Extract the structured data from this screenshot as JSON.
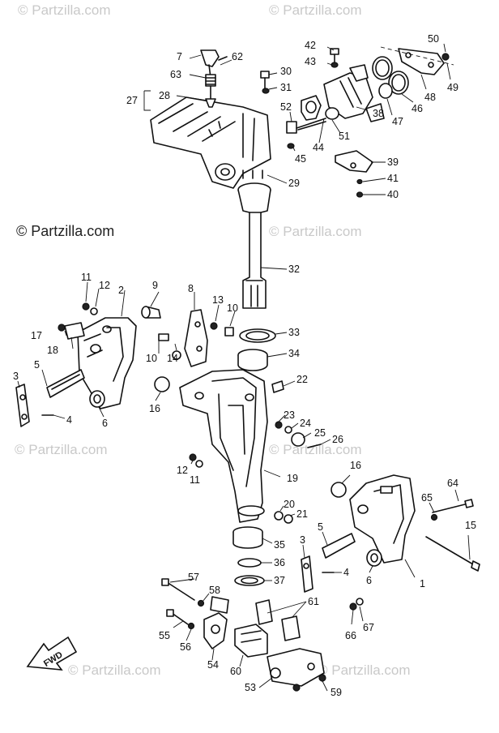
{
  "watermark": "© Partzilla.com",
  "credit": "© Partzilla.com",
  "fwd_label": "FWD",
  "callouts": [
    "1",
    "2",
    "3",
    "3",
    "4",
    "4",
    "5",
    "5",
    "6",
    "6",
    "7",
    "8",
    "9",
    "10",
    "10",
    "11",
    "11",
    "12",
    "12",
    "13",
    "14",
    "15",
    "16",
    "16",
    "17",
    "18",
    "19",
    "20",
    "21",
    "22",
    "23",
    "24",
    "25",
    "26",
    "27",
    "28",
    "29",
    "30",
    "31",
    "32",
    "33",
    "34",
    "35",
    "36",
    "37",
    "38",
    "39",
    "40",
    "41",
    "42",
    "43",
    "44",
    "45",
    "46",
    "47",
    "48",
    "49",
    "50",
    "51",
    "52",
    "53",
    "54",
    "55",
    "56",
    "57",
    "58",
    "59",
    "60",
    "61",
    "62",
    "63",
    "64",
    "65",
    "66",
    "67"
  ]
}
